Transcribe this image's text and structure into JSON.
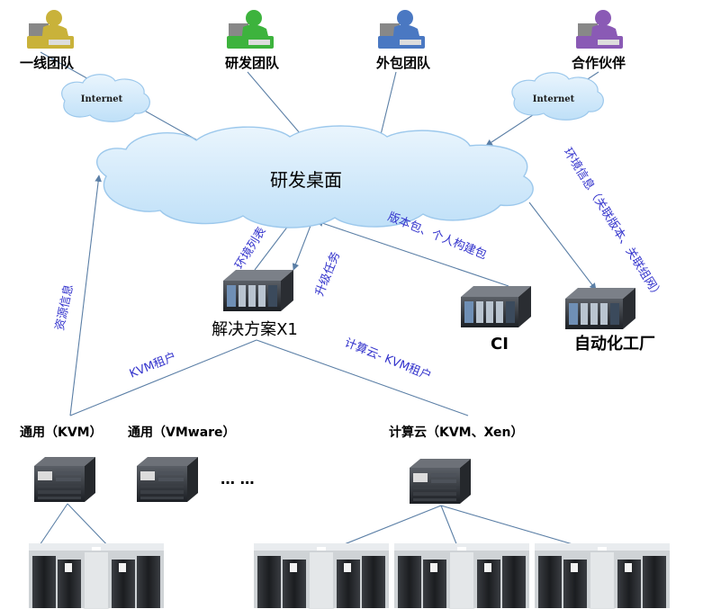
{
  "teams": [
    {
      "label": "一线团队",
      "color": "#c9b23a"
    },
    {
      "label": "研发团队",
      "color": "#3db33d"
    },
    {
      "label": "外包团队",
      "color": "#4a78c2"
    },
    {
      "label": "合作伙伴",
      "color": "#8a5ab5"
    }
  ],
  "internet_left": "Internet",
  "internet_right": "Internet",
  "desktop": "研发桌面",
  "edges": {
    "env_list": "环境列表",
    "upgrade_task": "升级任务",
    "version_build": "版本包、个人构建包",
    "env_info": "环境信息（关联版本、关联组网）",
    "resource_info": "资源信息",
    "kvm_tenant": "KVM租户",
    "compute_kvm_tenant": "计算云- KVM租户"
  },
  "solution": "解决方案X1",
  "ci": "CI",
  "automation": "自动化工厂",
  "hosts": {
    "general_kvm": "通用（KVM）",
    "general_vmware": "通用（VMware）",
    "compute_cloud": "计算云（KVM、Xen）",
    "ellipsis": "… …"
  },
  "colors": {
    "line": "#5b7fa6",
    "cloud_fill": "#cfe7fa",
    "cloud_stroke": "#9cc8ec",
    "edge_text": "#3333cc"
  }
}
